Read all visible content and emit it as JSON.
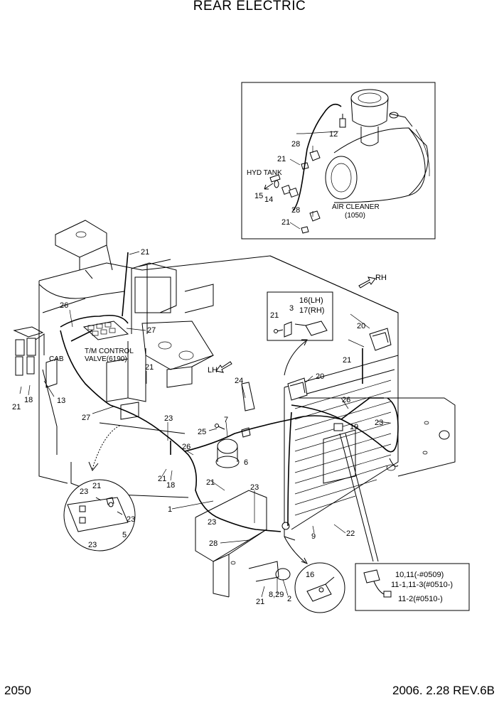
{
  "header": {
    "title": "REAR ELECTRIC"
  },
  "footer": {
    "page_number": "2050",
    "revision": "2006. 2.28  REV.6B"
  },
  "labels": {
    "hyd_tank": "HYD TANK",
    "air_cleaner": "AIR CLEANER",
    "air_cleaner_no": "(1050)",
    "rh": "RH",
    "lh": "LH",
    "cab": "CAB",
    "tm_control_1": "T/M CONTROL",
    "tm_control_2": "VALVE(6190)",
    "p16_17a": "16(LH)",
    "p16_17b": "17(RH)",
    "p10_11": "10,11(-#0509)",
    "p11_1": "11-1,11-3(#0510-)",
    "p11_2": "11-2(#0510-)"
  },
  "part_numbers": {
    "n1": "1",
    "n2": "2",
    "n3": "3",
    "n5": "5",
    "n6": "6",
    "n7": "7",
    "n9": "9",
    "n12": "12",
    "n13": "13",
    "n14": "14",
    "n15": "15",
    "n16": "16",
    "n18a": "18",
    "n18b": "18",
    "n19": "19",
    "n20a": "20",
    "n20b": "20",
    "n21a": "21",
    "n21b": "21",
    "n21c": "21",
    "n21d": "21",
    "n21e": "21",
    "n21f": "21",
    "n21g": "21",
    "n21h": "21",
    "n21i": "21",
    "n21j": "21",
    "n21k": "21",
    "n22": "22",
    "n23a": "23",
    "n23b": "23",
    "n23c": "23",
    "n23d": "23",
    "n23e": "23",
    "n23f": "23",
    "n23g": "23",
    "n24": "24",
    "n25": "25",
    "n26a": "26",
    "n26b": "26",
    "n26c": "26",
    "n27a": "27",
    "n27b": "27",
    "n28a": "28",
    "n28b": "28",
    "n28c": "28",
    "n8_29": "8,29"
  }
}
